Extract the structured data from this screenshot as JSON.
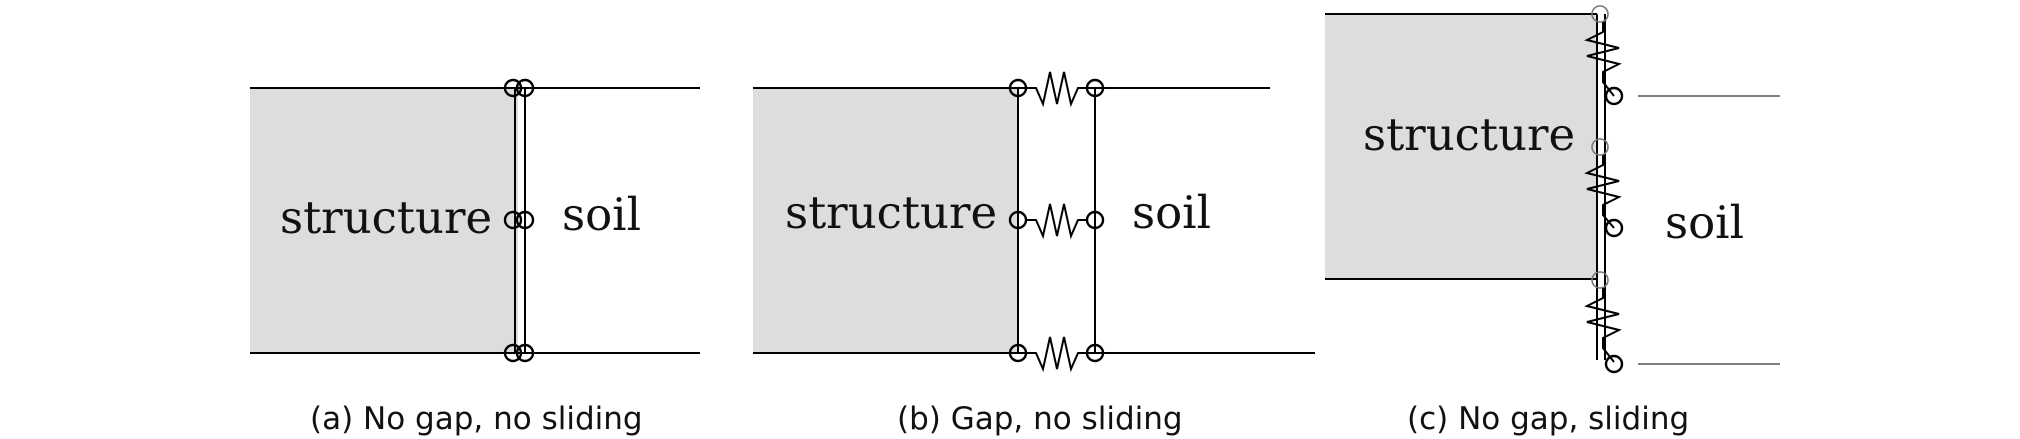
{
  "colors": {
    "structure_fill": "#dddddd",
    "line": "#000000",
    "soil_line": "#555555"
  },
  "panel_a": {
    "structure_label": "structure",
    "soil_label": "soil",
    "caption": "(a) No gap, no sliding"
  },
  "panel_b": {
    "structure_label": "structure",
    "soil_label": "soil",
    "caption": "(b) Gap, no sliding"
  },
  "panel_c": {
    "structure_label": "structure",
    "soil_label": "soil",
    "caption": "(c) No gap, sliding"
  }
}
